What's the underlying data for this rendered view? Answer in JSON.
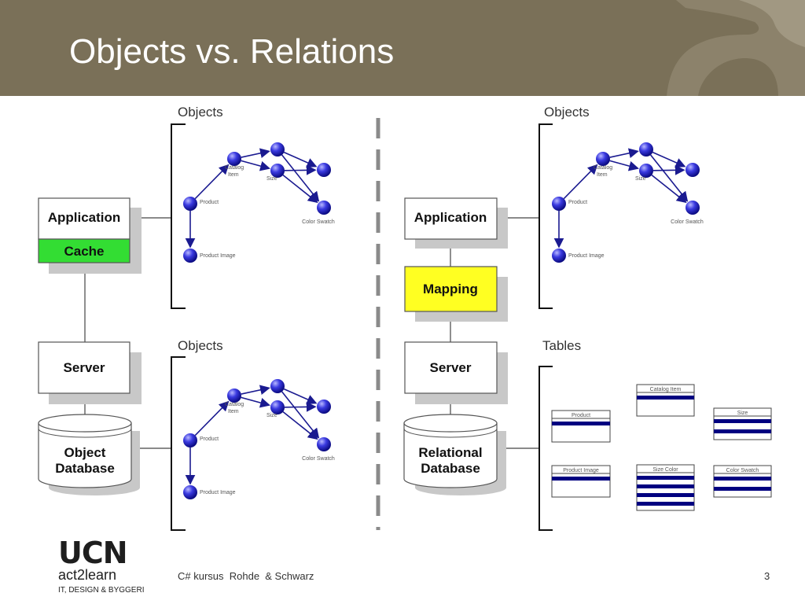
{
  "slide": {
    "title": "Objects vs. Relations",
    "page_number": "3",
    "footer_text": "C# kursus  Rohde  & Schwarz"
  },
  "logo": {
    "wordmark": "UCN",
    "line1": "act2learn",
    "line2": "IT, DESIGN & BYGGERI"
  },
  "left": {
    "app_label": "Application",
    "cache_label": "Cache",
    "server_label": "Server",
    "db_line1": "Object",
    "db_line2": "Database",
    "top_group_label": "Objects",
    "bottom_group_label": "Objects",
    "graph_labels": {
      "catalog": "Catalog Item",
      "size": "Size",
      "product": "Product",
      "color": "Color Swatch",
      "image": "Product Image"
    }
  },
  "right": {
    "app_label": "Application",
    "mapping_label": "Mapping",
    "server_label": "Server",
    "db_line1": "Relational",
    "db_line2": "Database",
    "top_group_label": "Objects",
    "bottom_group_label": "Tables",
    "graph_labels": {
      "catalog": "Catalog Item",
      "size": "Size",
      "product": "Product",
      "color": "Color Swatch",
      "image": "Product Image"
    },
    "tables": [
      "Catalog Item",
      "Product",
      "Size",
      "Product Image",
      "Size Color",
      "Color Swatch"
    ]
  },
  "colors": {
    "title_bar": "#7a7058",
    "cache": "#33dd33",
    "mapping": "#ffff22",
    "node": "#1a1acc",
    "table_stripe": "#000080"
  }
}
